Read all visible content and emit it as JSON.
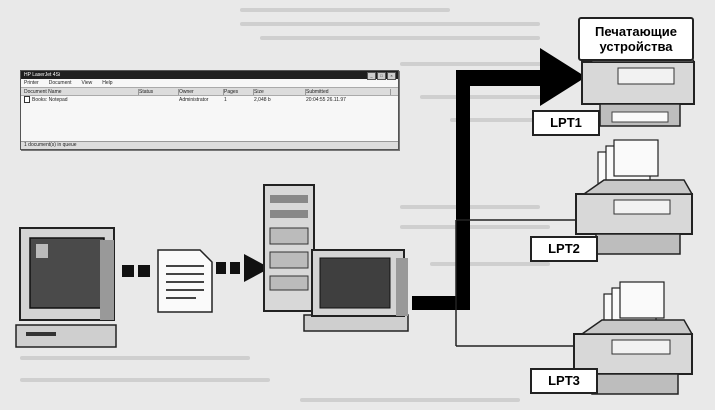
{
  "dialog": {
    "title": "HP LaserJet 4Si",
    "window_buttons": [
      "_",
      "□",
      "×"
    ],
    "menu": [
      "Printer",
      "Document",
      "View",
      "Help"
    ],
    "columns": [
      "Document Name",
      "Status",
      "Owner",
      "Pages",
      "Size",
      "Submitted"
    ],
    "rows": [
      {
        "name": "Books: Notepad",
        "status": "",
        "owner": "Administrator",
        "pages": "1",
        "size": "2,048 b",
        "submitted": "20:04:55 26.11.97"
      }
    ],
    "statusbar": "1 document(s) in queue"
  },
  "callout": {
    "line1": "Печатающие",
    "line2": "устройства"
  },
  "ports": [
    "LPT1",
    "LPT2",
    "LPT3"
  ],
  "colors": {
    "arrow": "#000000",
    "background": "#e9e9e9",
    "device_light": "#d6d6d6",
    "device_dark": "#3a3a3a"
  }
}
